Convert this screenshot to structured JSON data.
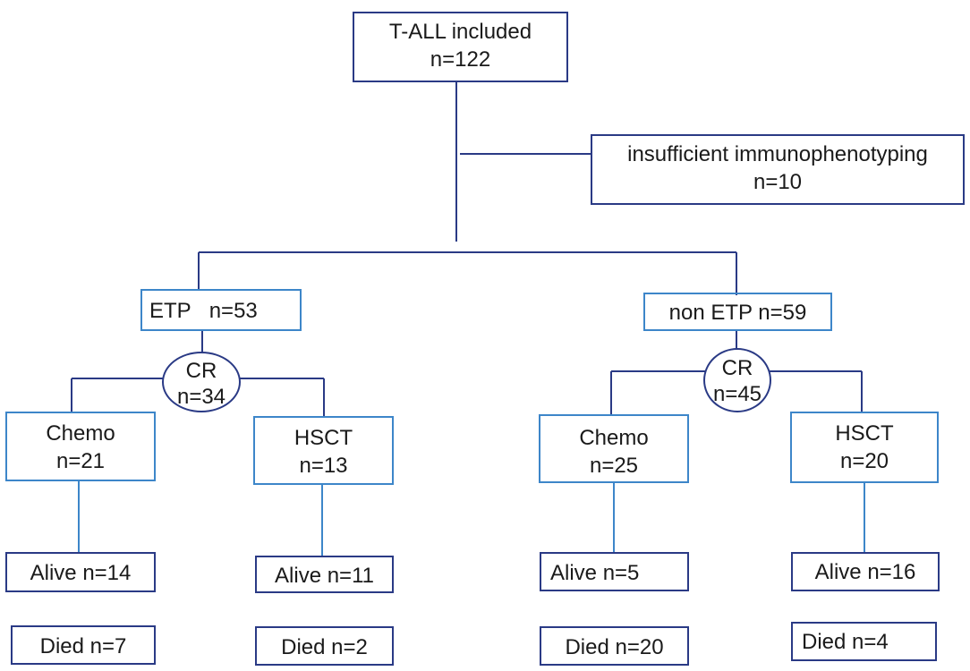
{
  "diagram": {
    "root": {
      "title": "T-ALL included",
      "count": "n=122"
    },
    "excluded": {
      "title": "insufficient immunophenotyping",
      "count": "n=10"
    },
    "etp": {
      "group": {
        "name": "ETP",
        "count": "n=53"
      },
      "cr": {
        "title": "CR",
        "count": "n=34"
      },
      "chemo": {
        "title": "Chemo",
        "count": "n=21",
        "alive": "Alive n=14",
        "died": "Died n=7"
      },
      "hsct": {
        "title": "HSCT",
        "count": "n=13",
        "alive": "Alive n=11",
        "died": "Died n=2"
      }
    },
    "non_etp": {
      "group": {
        "label": "non ETP n=59"
      },
      "cr": {
        "title": "CR",
        "count": "n=45"
      },
      "chemo": {
        "title": "Chemo",
        "count": "n=25",
        "alive": "Alive n=5",
        "died": "Died n=20"
      },
      "hsct": {
        "title": "HSCT",
        "count": "n=20",
        "alive": "Alive n=16",
        "died": "Died n=4"
      }
    }
  }
}
